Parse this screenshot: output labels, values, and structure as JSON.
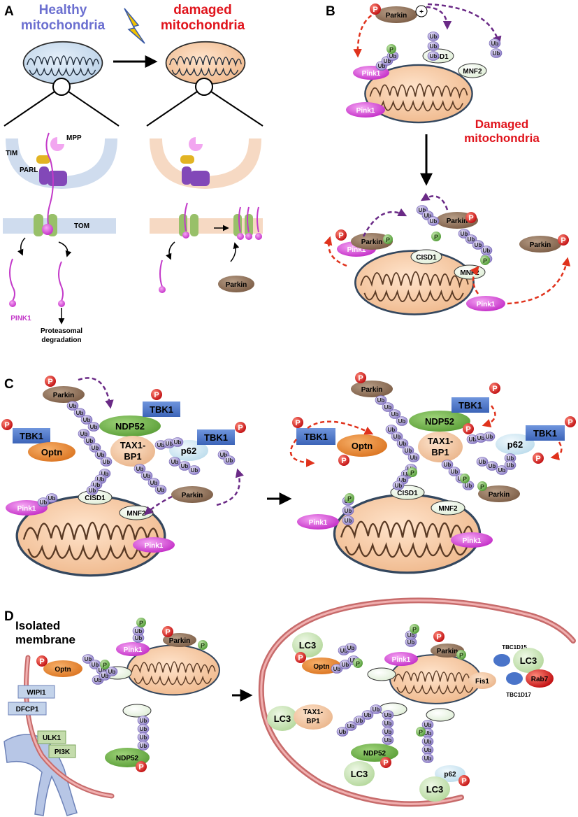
{
  "panel_labels": {
    "a": "A",
    "b": "B",
    "c": "C",
    "d": "D"
  },
  "panel_a": {
    "title_healthy_1": "Healthy",
    "title_healthy_2": "mitochondria",
    "title_damaged_1": "damaged",
    "title_damaged_2": "mitochondria",
    "tim": "TIM",
    "mpp": "MPP",
    "parl": "PARL",
    "tom": "TOM",
    "pink1": "PINK1",
    "proteasomal_1": "Proteasomal",
    "proteasomal_2": "degradation",
    "parkin": "Parkin"
  },
  "panel_b": {
    "parkin": "Parkin",
    "plus": "+",
    "cisd1": "CISD1",
    "mnf2": "MNF2",
    "pink1": "Pink1",
    "damaged_1": "Damaged",
    "damaged_2": "mitochondria"
  },
  "panel_c": {
    "parkin": "Parkin",
    "tbk1": "TBK1",
    "ndp52": "NDP52",
    "optn": "Optn",
    "tax1_1": "TAX1-",
    "tax1_2": "BP1",
    "p62": "p62",
    "cisd1": "CISD1",
    "mnf2": "MNF2",
    "pink1": "Pink1"
  },
  "panel_d": {
    "isolated_1": "Isolated",
    "isolated_2": "membrane",
    "optn": "Optn",
    "pink1": "Pink1",
    "parkin": "Parkin",
    "wipi1": "WIPI1",
    "dfcp1": "DFCP1",
    "ulk1": "ULK1",
    "pi3k": "PI3K",
    "ndp52": "NDP52",
    "lc3": "LC3",
    "tax1_1": "TAX1-",
    "tax1_2": "BP1",
    "p62": "p62",
    "fis1": "Fis1",
    "tbc1d15": "TBC1D15",
    "tbc1d17": "TBC1D17",
    "rab7": "Rab7"
  },
  "common": {
    "ub": "Ub",
    "p": "P"
  },
  "colors": {
    "healthy_blue": "#6b6fd0",
    "damaged_red": "#e0141c",
    "pink1": "#d33fd6",
    "parkin": "#8a6c55",
    "tbk1": "#4a74c9",
    "ndp52": "#6fb24b",
    "optn": "#e3852e",
    "tax1bp1": "#f2c8a4",
    "p62": "#cfe6f2",
    "ub": "#a79ad6",
    "phospho_red": "#d71920",
    "phospho_green": "#6aab45",
    "lc3": "#c9e3b6",
    "rab7": "#e8524e",
    "mito_fill": "#f4c69f"
  }
}
